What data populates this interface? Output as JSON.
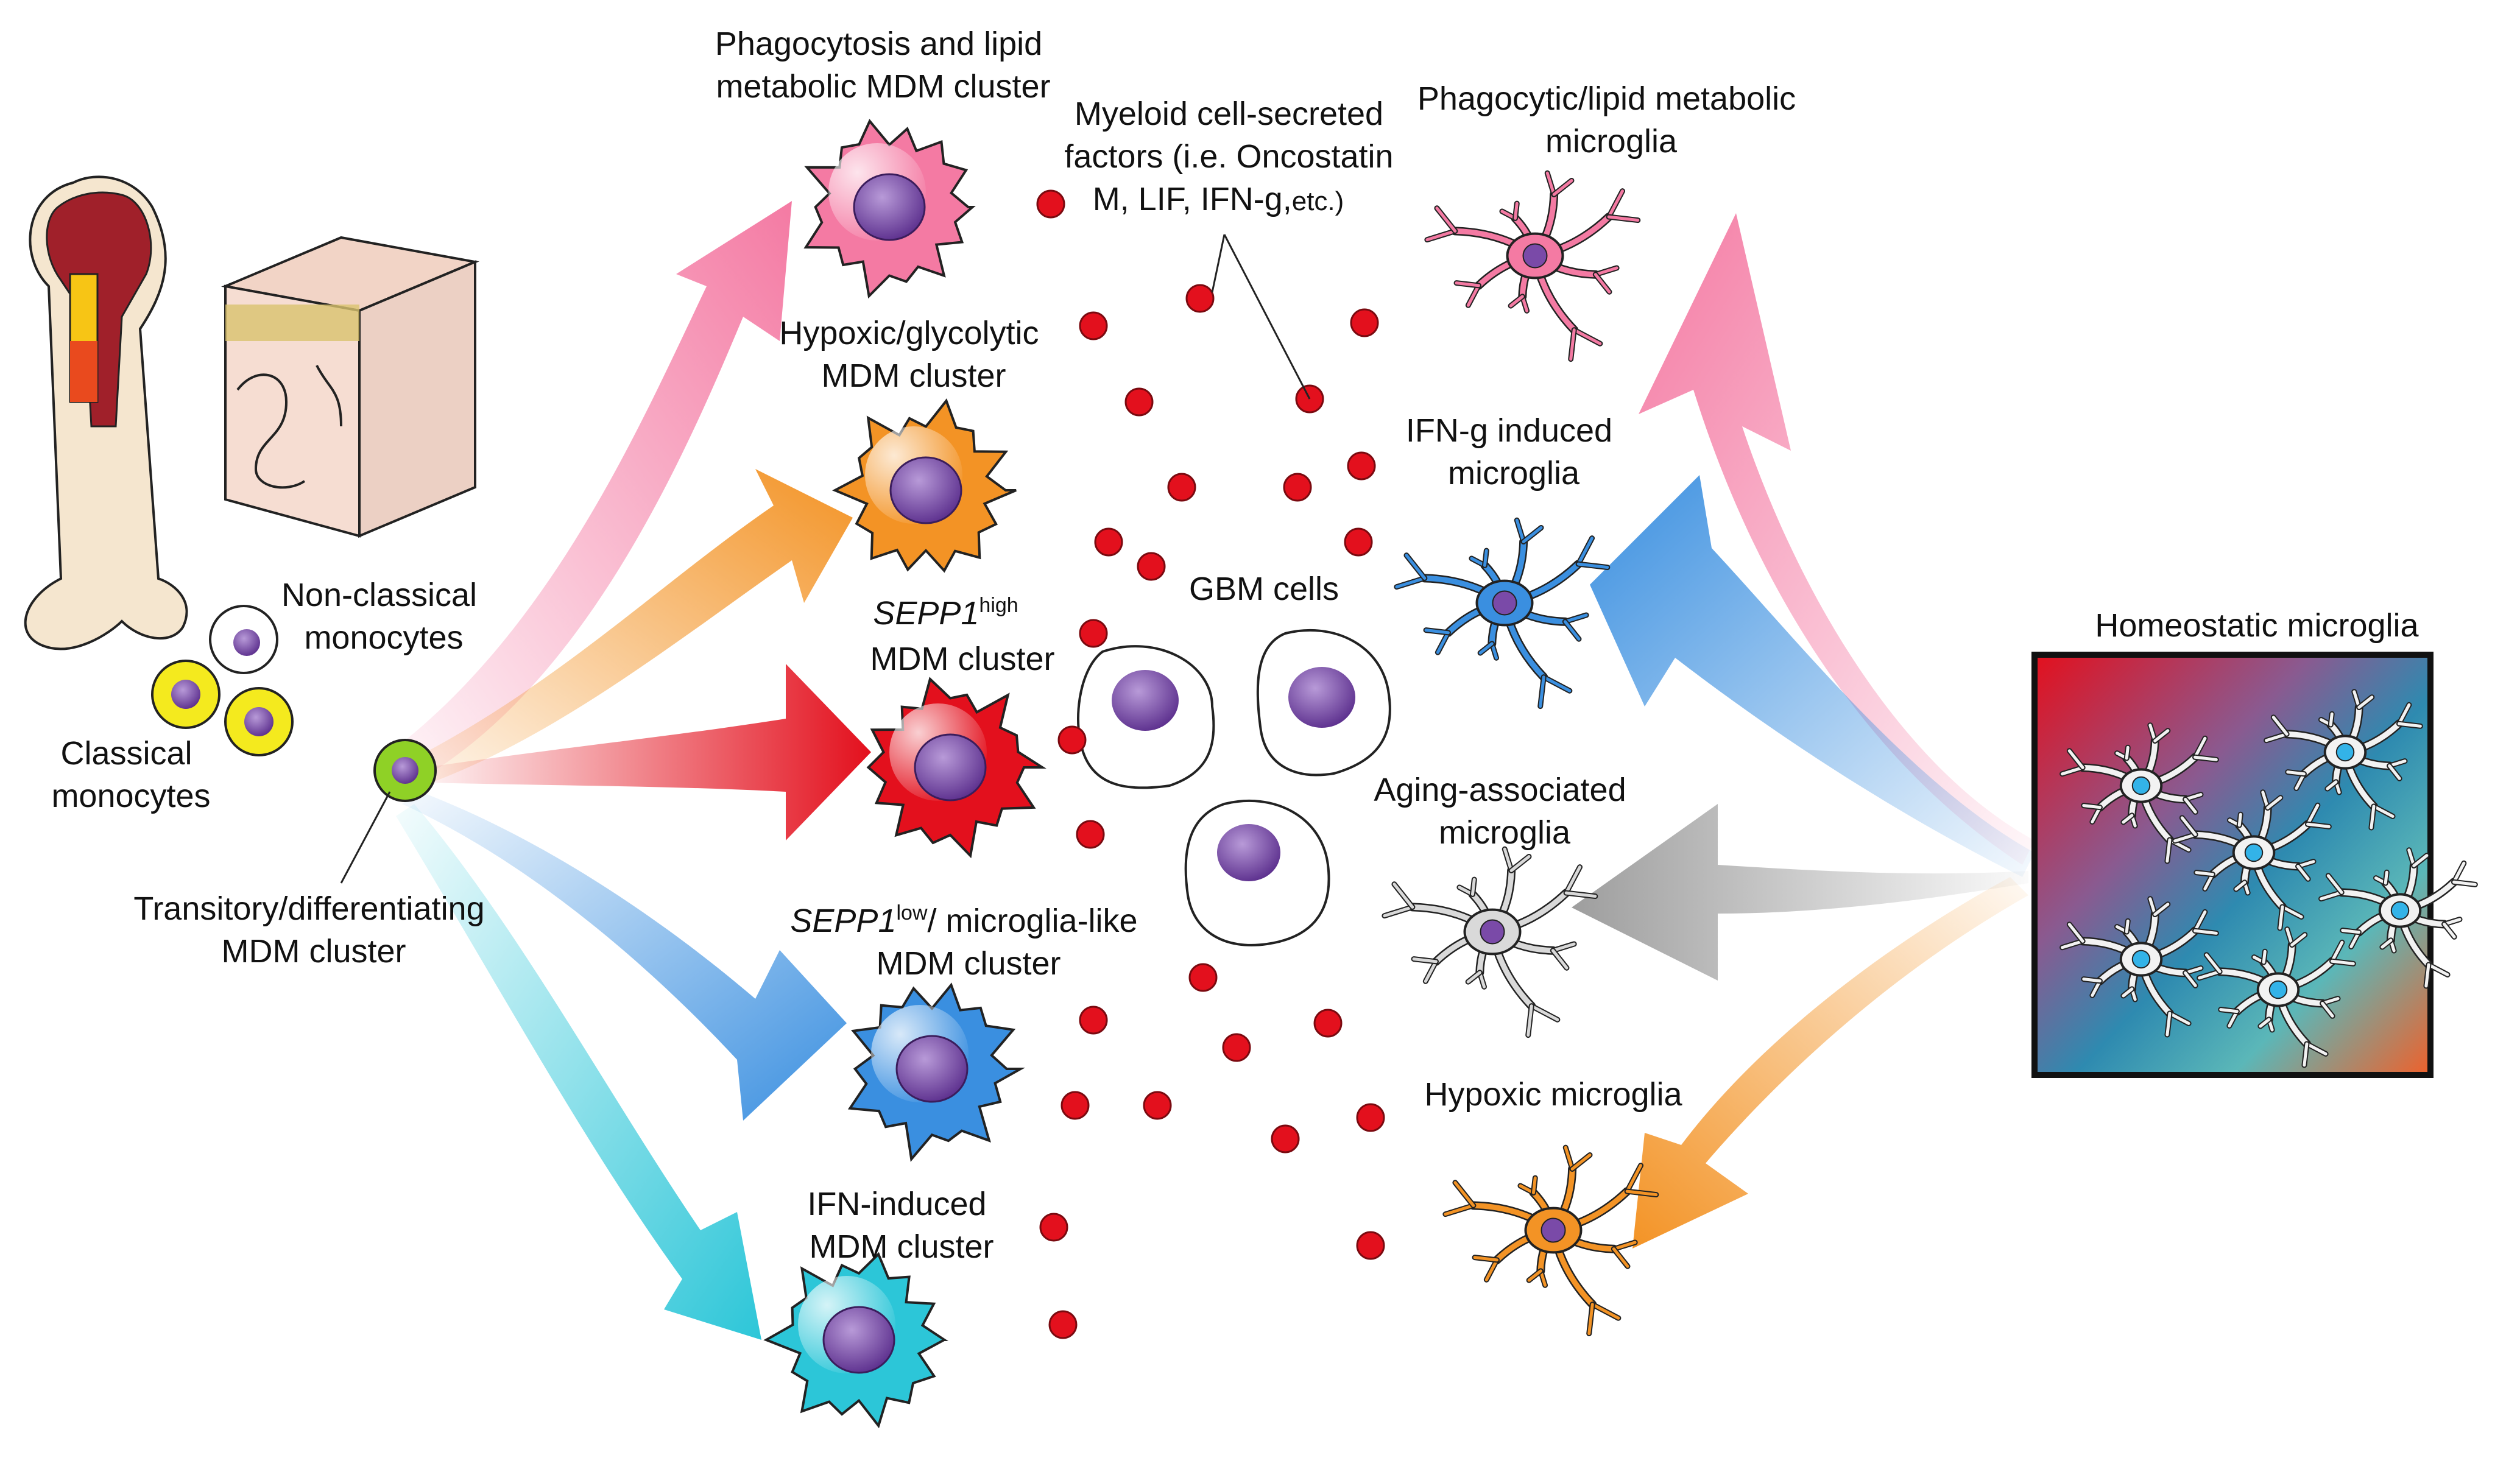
{
  "colors": {
    "pink": "#f47aa3",
    "orange": "#f39325",
    "red": "#e3101d",
    "blue": "#3a8fe0",
    "cyan": "#2cc6d8",
    "gray": "#9e9e9e",
    "nucleus": "#6a3d99",
    "factor_dot": "#e3101d",
    "homeostatic_nucleus": "#33b3e8"
  },
  "labels": {
    "classical_monocytes": [
      "Classical",
      "monocytes"
    ],
    "non_classical_monocytes": [
      "Non-classical",
      "monocytes"
    ],
    "transitory_mdm": [
      "Transitory/differentiating",
      "MDM cluster"
    ],
    "phago_mdm": [
      "Phagocytosis and lipid",
      "metabolic MDM cluster"
    ],
    "hypoxic_mdm": [
      "Hypoxic/glycolytic",
      "MDM cluster"
    ],
    "sepp1_high": {
      "gene": "SEPP1",
      "sup": "high",
      "line2": "MDM cluster"
    },
    "sepp1_low": {
      "gene": "SEPP1",
      "sup": "low",
      "rest": "/ microglia-like",
      "line2": "MDM cluster"
    },
    "ifn_mdm": [
      "IFN-induced",
      "MDM cluster"
    ],
    "myeloid_factors": [
      "Myeloid cell-secreted",
      "factors (i.e. Oncostatin",
      "M, LIF, IFN-g,",
      "etc.)"
    ],
    "gbm_cells": "GBM cells",
    "phago_microglia": [
      "Phagocytic/lipid metabolic",
      "microglia"
    ],
    "ifng_microglia": [
      "IFN-g induced",
      "microglia"
    ],
    "aging_microglia": [
      "Aging-associated",
      "microglia"
    ],
    "hypoxic_microglia": "Hypoxic microglia",
    "homeostatic_microglia": "Homeostatic microglia"
  }
}
